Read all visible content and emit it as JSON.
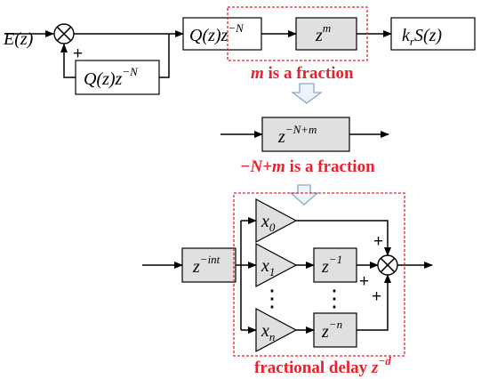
{
  "top_row": {
    "input": "E(z)",
    "plus": "+",
    "feedback_block": "Q(z)z",
    "feedback_exp": "−N",
    "block_q": "Q(z)z",
    "block_q_exp": "−N",
    "block_zm": "z",
    "block_zm_exp": "m",
    "block_kr_k": "k",
    "block_kr_sub": "r",
    "block_kr_rest": "S(z)",
    "note_m": "m",
    "note_m_text": " is a fraction"
  },
  "mid_row": {
    "block": "z",
    "block_exp": "−N+m",
    "note_expr": "−N+m",
    "note_text": " is a fraction"
  },
  "bottom_row": {
    "block_int": "z",
    "block_int_exp": "−int",
    "gain_0": "x",
    "gain_0_sub": "0",
    "gain_1": "x",
    "gain_1_sub": "1",
    "gain_n": "x",
    "gain_n_sub": "n",
    "delay_1": "z",
    "delay_1_exp": "−1",
    "delay_n": "z",
    "delay_n_exp": "−n",
    "dots_left": "⋮",
    "dots_right": "⋮",
    "plus_a": "+",
    "plus_b": "+",
    "plus_c": "+",
    "caption_text": "fractional delay ",
    "caption_z": "z",
    "caption_exp": "−d"
  }
}
